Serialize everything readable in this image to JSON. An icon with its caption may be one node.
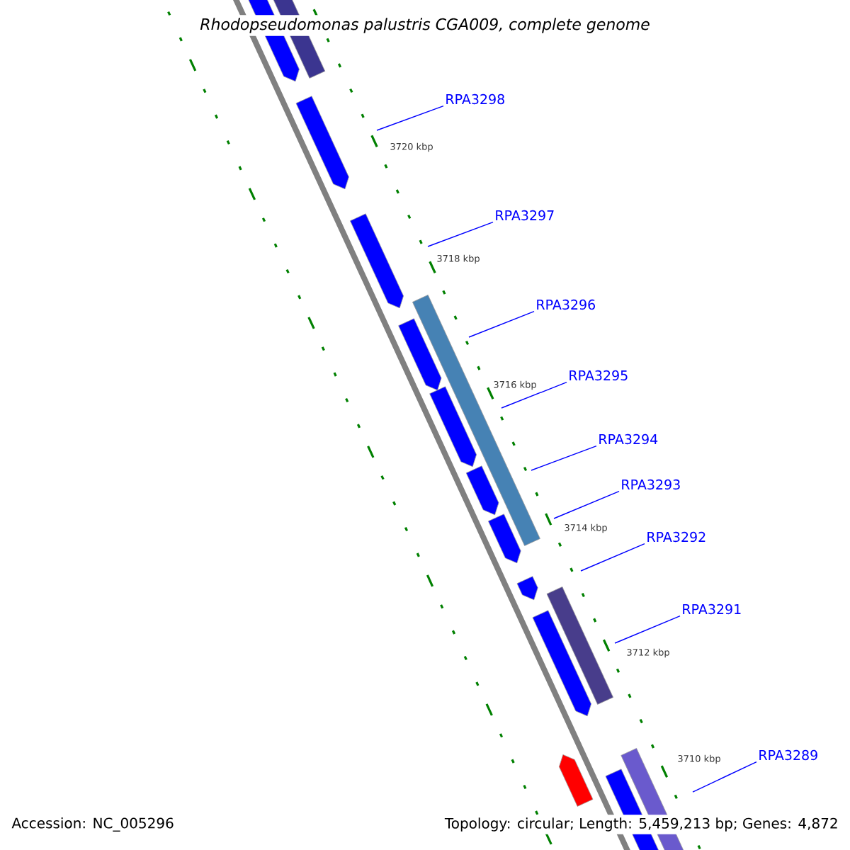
{
  "diagram": {
    "title": "*Rhodopseudomonas palustris* *CGA009, complete genome*",
    "nodes": [
      {
        "text": [
          "RPA3298"
        ]
      },
      {
        "text": [
          "RPA3297"
        ]
      },
      {
        "text": [
          "RPA3296"
        ]
      },
      {
        "text": [
          "RPA3295"
        ]
      },
      {
        "text": [
          "RPA3294"
        ]
      },
      {
        "text": [
          "RPA3293"
        ]
      },
      {
        "text": [
          "RPA3292"
        ]
      },
      {
        "text": [
          "RPA3291"
        ]
      },
      {
        "text": [
          "RPA3289"
        ]
      }
    ],
    "edges": [
      {
        "from": 0,
        "to": null,
        "arrow": "none"
      },
      {
        "from": 1,
        "to": null,
        "arrow": "none"
      },
      {
        "from": 2,
        "to": null,
        "arrow": "none"
      },
      {
        "from": 3,
        "to": null,
        "arrow": "none"
      },
      {
        "from": 4,
        "to": null,
        "arrow": "none"
      },
      {
        "from": 5,
        "to": null,
        "arrow": "none"
      },
      {
        "from": 6,
        "to": null,
        "arrow": "none"
      },
      {
        "from": 7,
        "to": null,
        "arrow": "none"
      },
      {
        "from": 8,
        "to": null,
        "arrow": "none"
      }
    ],
    "labels": [
      "3720 kbp",
      "3718 kbp",
      "3716 kbp",
      "3714 kbp",
      "3712 kbp",
      "3710 kbp",
      "Accession: NC_005296",
      "Topology: circular; Length: 5,459,213 bp; Genes: 4,872"
    ]
  }
}
